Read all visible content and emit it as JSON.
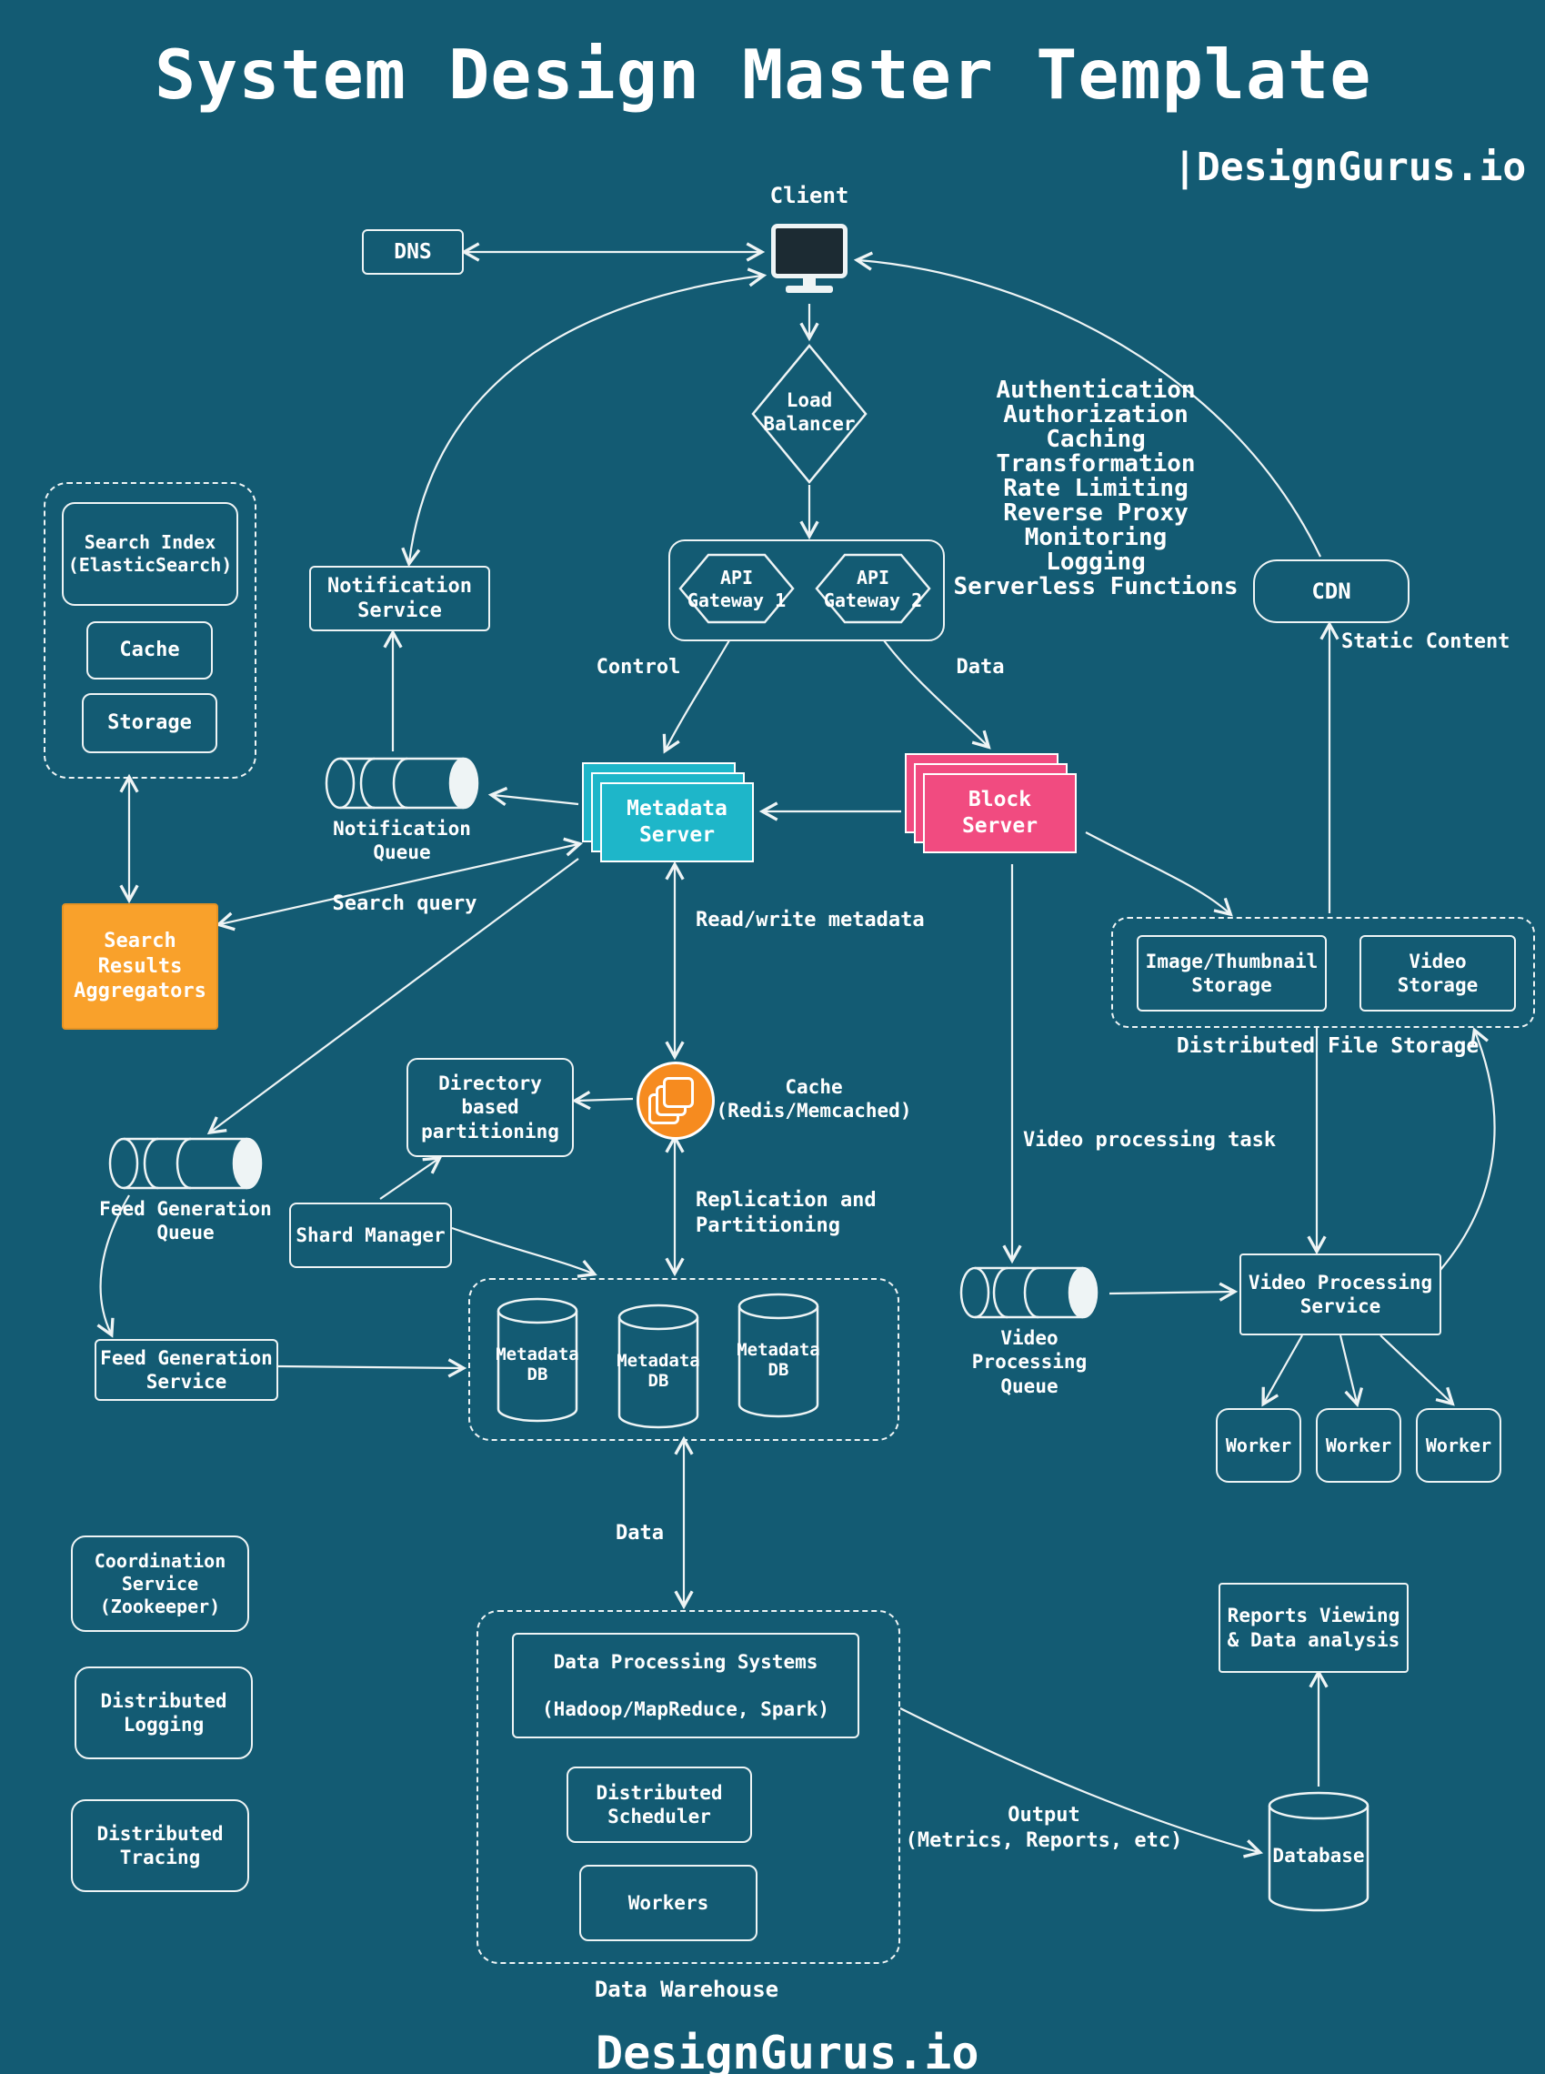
{
  "title": "System Design Master Template",
  "brand": {
    "top": "|DesignGurus.io",
    "bottom": "DesignGurus.io"
  },
  "colors": {
    "background": "#135b73",
    "metadata_server": "#1eb6c9",
    "block_server": "#f14b80",
    "aggregator": "#f9a12b",
    "cache": "#f68b1f"
  },
  "nodes": {
    "client": "Client",
    "dns": "DNS",
    "load_balancer": "Load\nBalancer",
    "api_gateway_1": "API\nGateway 1",
    "api_gateway_2": "API\nGateway 2",
    "gateway_features": "Authentication\nAuthorization\nCaching\nTransformation\nRate Limiting\nReverse Proxy\nMonitoring\nLogging\nServerless Functions",
    "cdn": "CDN",
    "notification_service": "Notification\nService",
    "notification_queue": "Notification\nQueue",
    "metadata_server": "Metadata\nServer",
    "block_server": "Block Server",
    "search_index": "Search Index\n(ElasticSearch)",
    "search_cache": "Cache",
    "search_storage": "Storage",
    "aggregators": "Search\nResults\nAggregators",
    "image_storage": "Image/Thumbnail\nStorage",
    "video_storage": "Video\nStorage",
    "dfs_label": "Distributed File Storage",
    "cache": "Cache\n(Redis/Memcached)",
    "directory_partitioning": "Directory\nbased\npartitioning",
    "feed_queue": "Feed Generation\nQueue",
    "shard_manager": "Shard Manager",
    "metadata_dbs": [
      "Metadata\nDB",
      "Metadata\nDB",
      "Metadata\nDB"
    ],
    "video_queue": "Video Processing\nQueue",
    "video_processing_service": "Video Processing\nService",
    "workers": [
      "Worker",
      "Worker",
      "Worker"
    ],
    "feed_service": "Feed Generation\nService",
    "coordination_service": "Coordination\nService\n(Zookeeper)",
    "distributed_logging": "Distributed\nLogging",
    "distributed_tracing": "Distributed\nTracing",
    "data_processing": "Data Processing Systems\n\n(Hadoop/MapReduce, Spark)",
    "distributed_scheduler": "Distributed\nScheduler",
    "dw_workers": "Workers",
    "data_warehouse_label": "Data Warehouse",
    "reports": "Reports Viewing\n& Data analysis",
    "database": "Database"
  },
  "edge_labels": {
    "control": "Control",
    "data_top": "Data",
    "static_content": "Static Content",
    "search_query": "Search query",
    "read_write_metadata": "Read/write metadata",
    "replication": "Replication and\nPartitioning",
    "video_task": "Video processing task",
    "data_bottom": "Data",
    "output": "Output\n(Metrics, Reports, etc)"
  }
}
